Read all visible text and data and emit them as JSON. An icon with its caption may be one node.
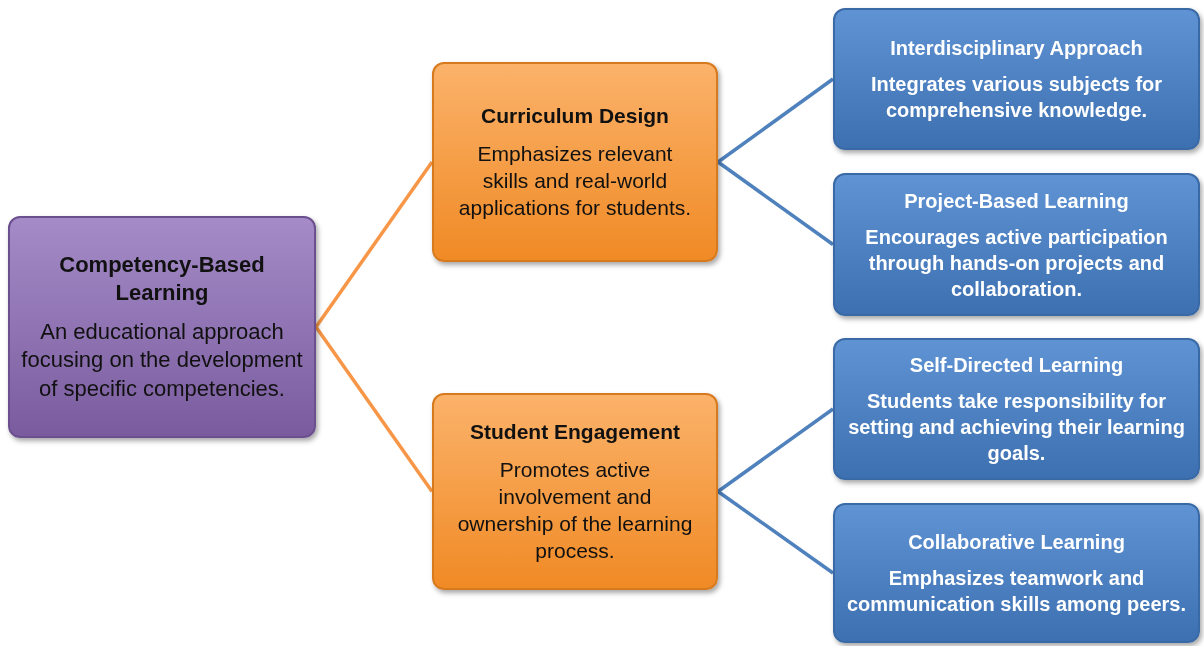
{
  "diagram": {
    "nodes": [
      {
        "text": [
          "Competency-Based Learning",
          "An educational approach focusing on the development of specific competencies."
        ]
      },
      {
        "text": [
          "Curriculum Design",
          "Emphasizes relevant skills and real-world applications for students."
        ]
      },
      {
        "text": [
          "Student Engagement",
          "Promotes active involvement and ownership of the learning process."
        ]
      },
      {
        "text": [
          "Interdisciplinary Approach",
          "Integrates various subjects for comprehensive knowledge."
        ]
      },
      {
        "text": [
          "Project-Based Learning",
          "Encourages active participation through hands-on projects and collaboration."
        ]
      },
      {
        "text": [
          "Self-Directed Learning",
          "Students take responsibility for setting and achieving their learning goals."
        ]
      },
      {
        "text": [
          "Collaborative Learning",
          "Emphasizes teamwork and communication skills among peers."
        ]
      }
    ],
    "edges": [
      {
        "from": 0,
        "to": 1,
        "arrow": "none",
        "color": "#f79646"
      },
      {
        "from": 0,
        "to": 2,
        "arrow": "none",
        "color": "#f79646"
      },
      {
        "from": 1,
        "to": 3,
        "arrow": "none"
      },
      {
        "from": 1,
        "to": 4,
        "arrow": "none"
      },
      {
        "from": 2,
        "to": 5,
        "arrow": "none"
      },
      {
        "from": 2,
        "to": 6,
        "arrow": "none"
      }
    ]
  }
}
